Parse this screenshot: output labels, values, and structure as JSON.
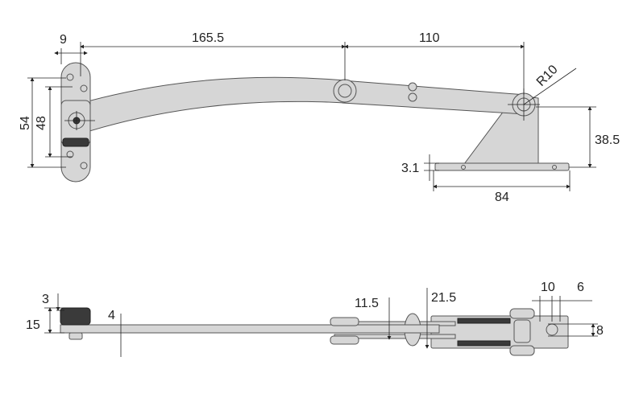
{
  "top_view": {
    "dimensions": {
      "plate_offset": "9",
      "arm_length": "165.5",
      "link_length": "110",
      "radius": "R10",
      "plate_height": "54",
      "hole_spacing": "48",
      "base_thickness": "3.1",
      "bracket_height": "38.5",
      "base_length": "84"
    }
  },
  "side_view": {
    "dimensions": {
      "cap_thickness": "3",
      "total_height": "15",
      "arm_thickness": "4",
      "link_height": "11.5",
      "bracket_height": "21.5",
      "slot_width": "10",
      "slot_edge": "6",
      "slot_height": "8"
    }
  },
  "colors": {
    "metal": "#d6d6d6",
    "outline": "#555555",
    "dark": "#3a3a3a"
  }
}
